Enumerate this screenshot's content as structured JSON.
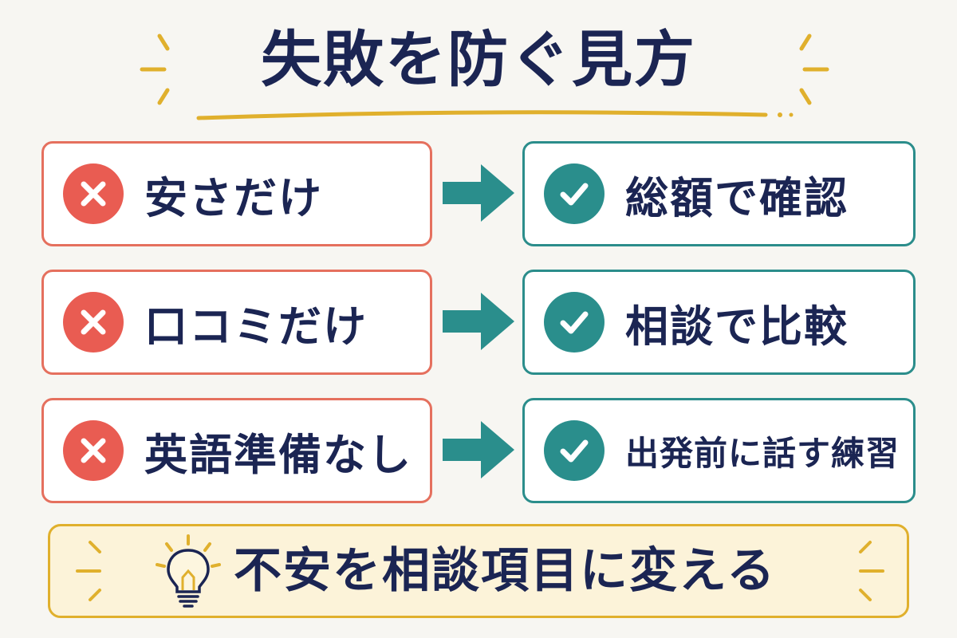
{
  "title": "失敗を防ぐ見方",
  "rows": [
    {
      "wrong": "安さだけ",
      "right": "総額で確認"
    },
    {
      "wrong": "口コミだけ",
      "right": "相談で比較"
    },
    {
      "wrong": "英語準備なし",
      "right": "出発前に話す練習"
    }
  ],
  "banner": "不安を相談項目に変える",
  "icons": {
    "wrong": "x-circle-icon",
    "right": "check-circle-icon",
    "arrow": "right-arrow-icon",
    "bulb": "lightbulb-icon",
    "sparkle": "sparkle-lines-icon"
  },
  "colors": {
    "navy_text": "#1b2553",
    "wrong_red": "#e95c52",
    "wrong_border": "#e5705e",
    "right_teal": "#2a8e8c",
    "accent_gold": "#e0b02d",
    "banner_bg": "#fcf3d9",
    "background": "#f7f6f2"
  }
}
